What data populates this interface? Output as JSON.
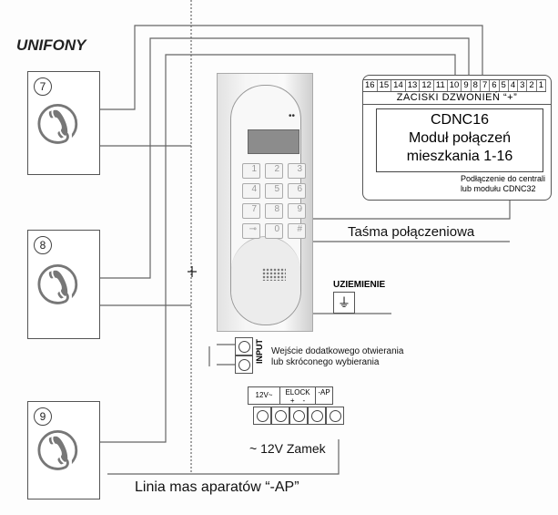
{
  "title": "UNIFONY",
  "phones": [
    {
      "number": "7"
    },
    {
      "number": "8"
    },
    {
      "number": "9"
    }
  ],
  "panel": {
    "keys": [
      "1",
      "2",
      "3",
      "4",
      "5",
      "6",
      "7",
      "8",
      "9",
      "key",
      "0",
      "#"
    ]
  },
  "module": {
    "terminals": [
      "16",
      "15",
      "14",
      "13",
      "12",
      "11",
      "10",
      "9",
      "8",
      "7",
      "6",
      "5",
      "4",
      "3",
      "2",
      "1"
    ],
    "terminals_label": "ZACISKI DZWONIEŃ “+”",
    "name": "CDNC16",
    "line2": "Moduł połączeń",
    "line3": "mieszkania 1-16",
    "connection_line1": "Podłączenie do centrali",
    "connection_line2": "lub modułu CDNC32"
  },
  "ribbon_label": "Taśma połączeniowa",
  "ground_label": "UZIEMIENIE",
  "input": {
    "label": "INPUT",
    "desc1": "Wejście dodatkowego otwierania",
    "desc2": "lub skróconego wybierania"
  },
  "power": {
    "h12v": "12V~",
    "helock": "ELOCK",
    "plus": "+",
    "minus": "-",
    "hap": "-AP",
    "bottom": "~ 12V Zamek"
  },
  "bottom_label": "Linia mas aparatów “-AP”"
}
